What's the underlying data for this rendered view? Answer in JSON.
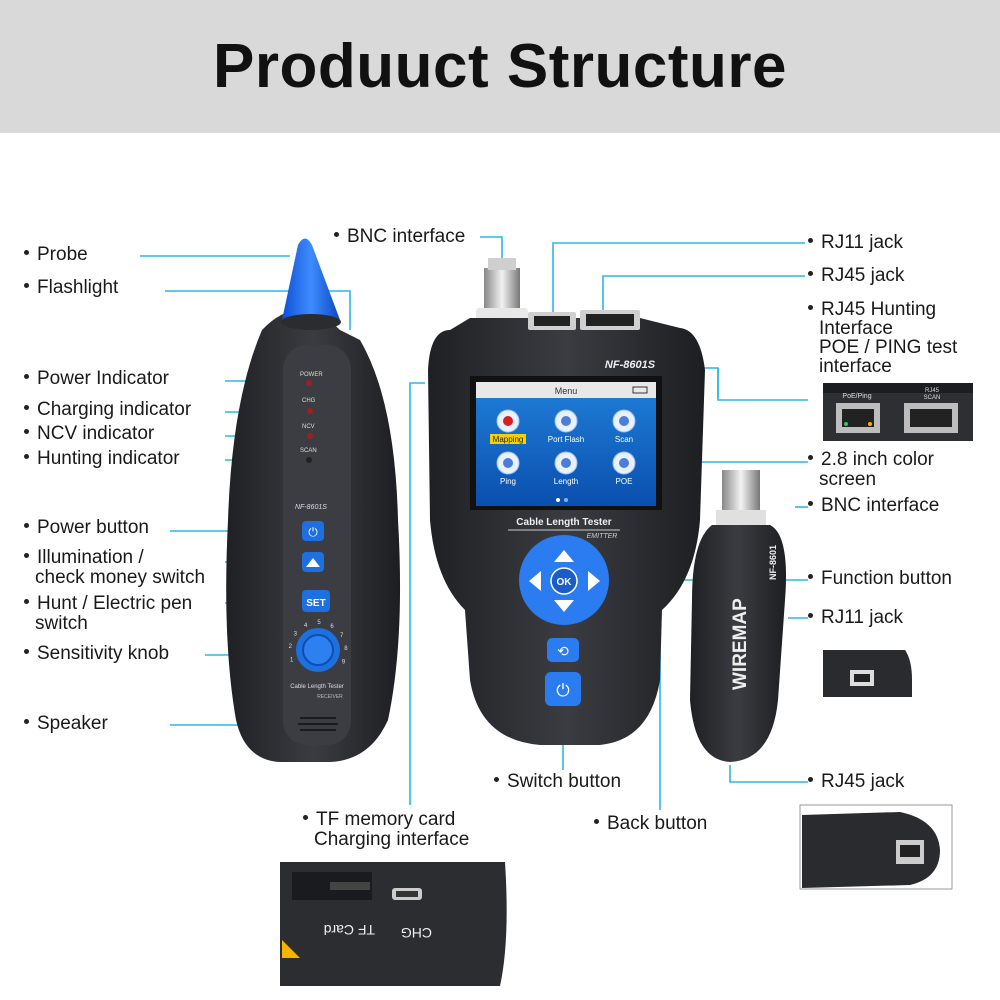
{
  "title": "Produuct Structure",
  "colors": {
    "accent_blue": "#1e6fe0",
    "callout_line": "#2ab7e8",
    "device_body": "#2b2d31",
    "header_bg": "#d9d9d9"
  },
  "left_labels": {
    "probe": "Probe",
    "flashlight": "Flashlight",
    "power_indicator": "Power Indicator",
    "charging_indicator": "Charging indicator",
    "ncv_indicator": "NCV indicator",
    "hunting_indicator": "Hunting indicator",
    "power_button": "Power button",
    "illumination_1": "Illumination /",
    "illumination_2": "check money switch",
    "hunt_1": "Hunt / Electric pen",
    "hunt_2": "switch",
    "sensitivity_knob": "Sensitivity knob",
    "speaker": "Speaker"
  },
  "center_labels": {
    "bnc_interface": "BNC interface",
    "switch_button": "Switch button",
    "back_button": "Back button",
    "tf_1": "TF memory card",
    "tf_2": "Charging interface"
  },
  "right_labels": {
    "rj11_jack": "RJ11 jack",
    "rj45_jack": "RJ45 jack",
    "rj45_hunting_1": "RJ45 Hunting",
    "rj45_hunting_2": "Interface",
    "poe_ping_1": "POE / PING test",
    "poe_ping_2": "interface",
    "color_screen_1": "2.8 inch color",
    "color_screen_2": "screen",
    "bnc_interface": "BNC interface",
    "function_button": "Function button",
    "rj11_jack_2": "RJ11 jack",
    "rj45_jack_2": "RJ45 jack"
  },
  "receiver": {
    "led_power": "POWER",
    "led_chg": "CHG",
    "led_ncv": "NCV",
    "led_scan": "SCAN",
    "model": "NF-8601S",
    "set_label": "SET",
    "caption": "Cable Length Tester",
    "sub_caption": "RECEIVER",
    "knob_ticks": [
      "1",
      "2",
      "3",
      "4",
      "5",
      "6",
      "7",
      "8",
      "9"
    ]
  },
  "emitter": {
    "model": "NF-8601S",
    "menu_title": "Menu",
    "menu_items": [
      "Mapping",
      "Port Flash",
      "Scan",
      "Ping",
      "Length",
      "POE"
    ],
    "caption": "Cable Length Tester",
    "sub_caption": "EMITTER",
    "ok_label": "OK"
  },
  "remote": {
    "vertical_text": "WIREMAP",
    "model": "NF-8601"
  },
  "inset_poe": {
    "poe_ping": "PoE/Ping",
    "rj45_scan_1": "RJ45",
    "rj45_scan_2": "SCAN"
  },
  "inset_tf": {
    "chg": "CHG",
    "tf_card": "TF Card"
  }
}
